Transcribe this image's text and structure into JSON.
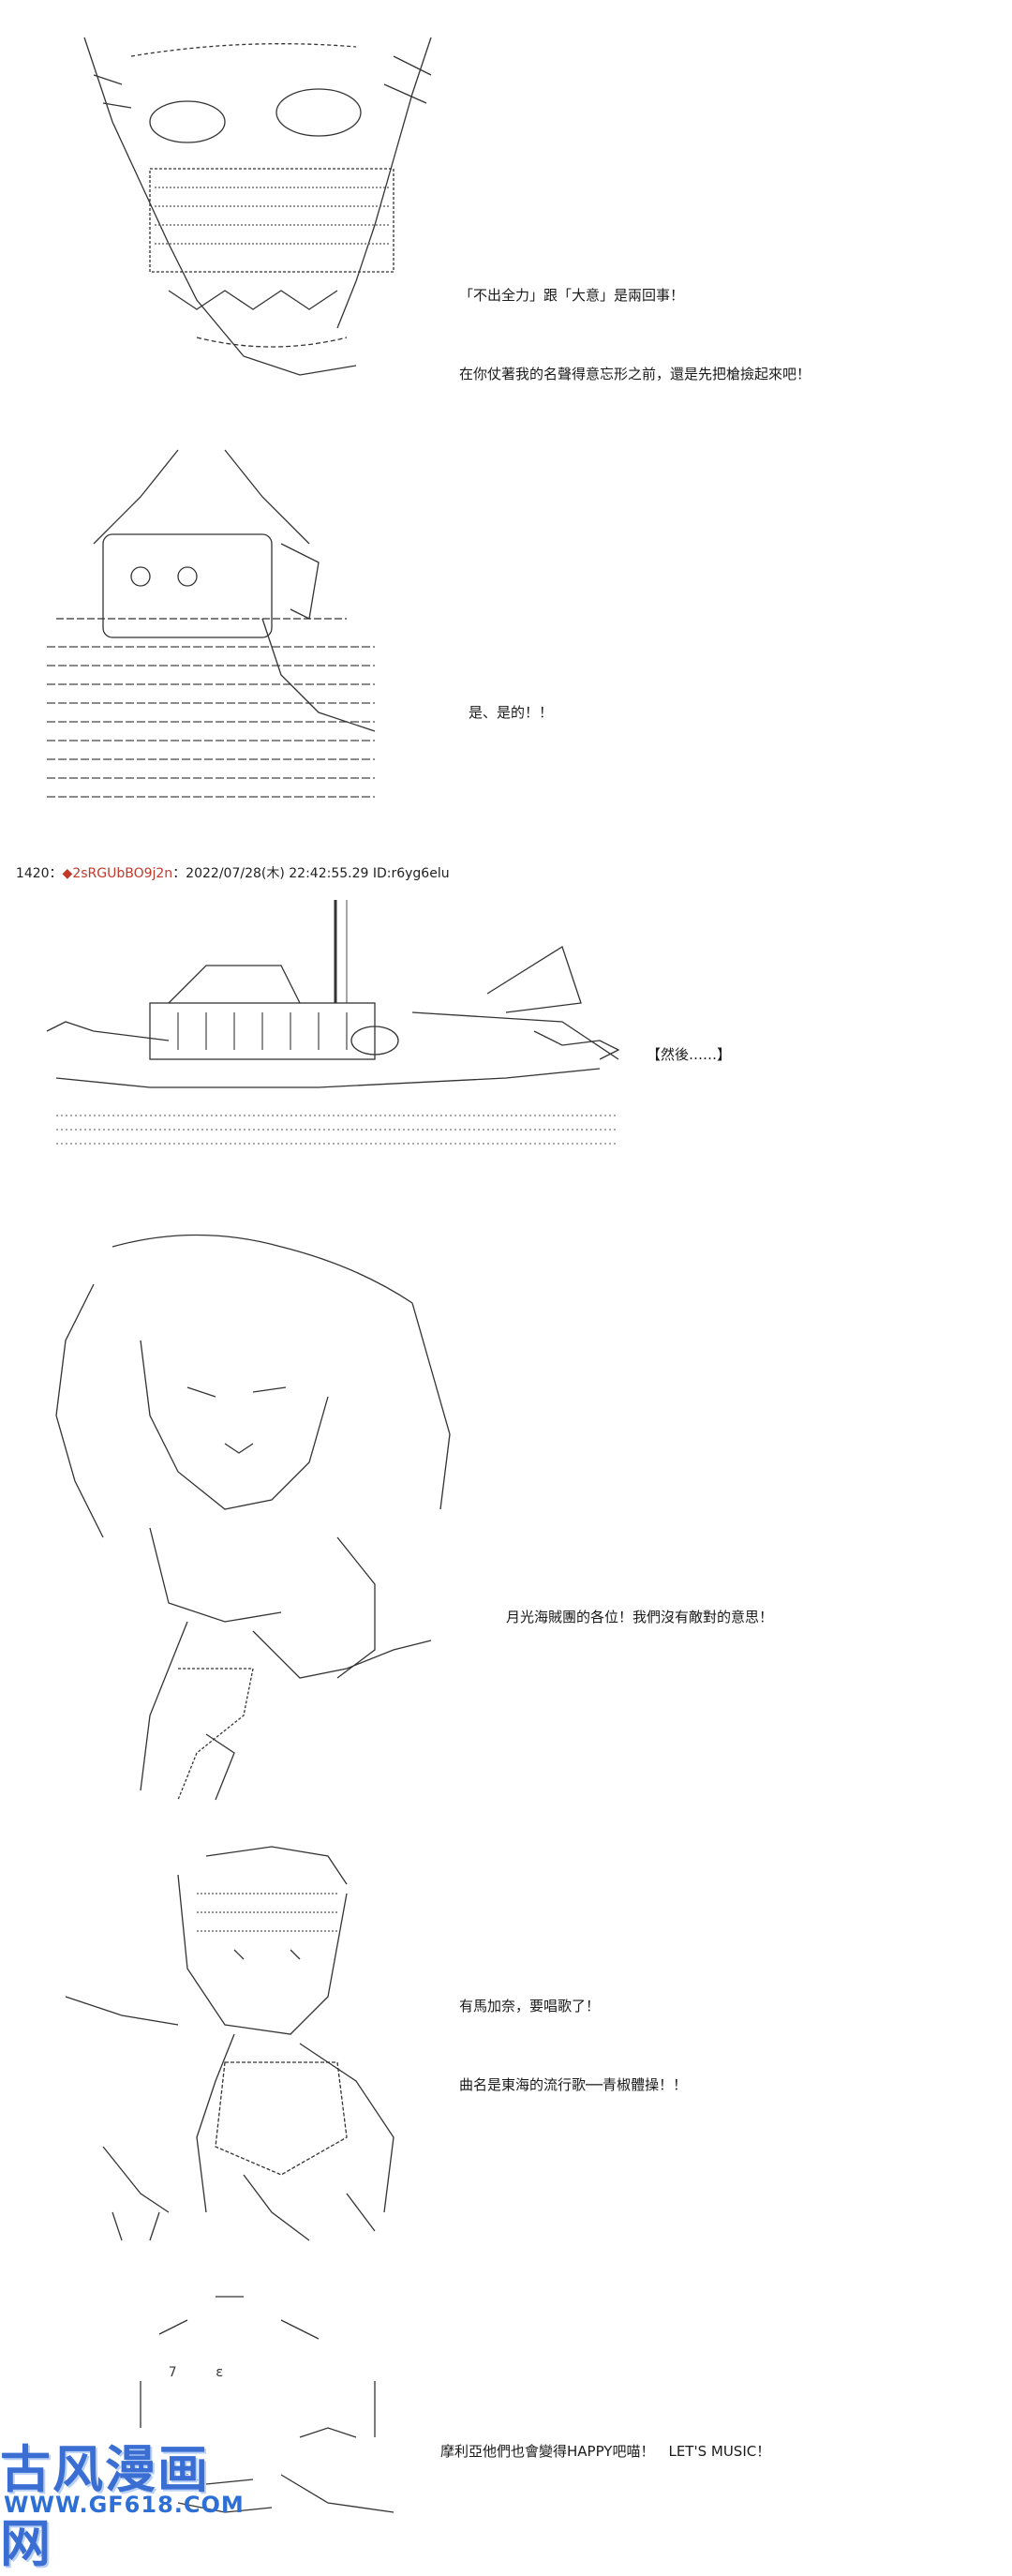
{
  "panels": [
    {
      "id": "p1",
      "lines": [
        "「不出全力」跟「大意」是兩回事！",
        "在你仗著我的名聲得意忘形之前，還是先把槍撿起來吧！"
      ]
    },
    {
      "id": "p2",
      "lines": [
        "是、是的！！"
      ]
    },
    {
      "id": "p3",
      "lines": [
        "【然後……】"
      ]
    },
    {
      "id": "p4",
      "lines": [
        "月光海賊團的各位！我們沒有敵對的意思！"
      ]
    },
    {
      "id": "p5",
      "lines": [
        "有馬加奈，要唱歌了！",
        "曲名是東海的流行歌──青椒體操！！"
      ]
    },
    {
      "id": "p6",
      "lines": [
        "摩利亞他們也會變得HAPPY吧喵！　LET'S MUSIC！"
      ]
    }
  ],
  "post_header": {
    "number": "1420：",
    "trip": "◆2sRGUbBO9j2n",
    "date": "：2022/07/28(木) 22:42:55.29 ID:r6yg6elu"
  },
  "watermark": {
    "title": "古风漫画网",
    "url": "WWW.GF618.COM"
  }
}
